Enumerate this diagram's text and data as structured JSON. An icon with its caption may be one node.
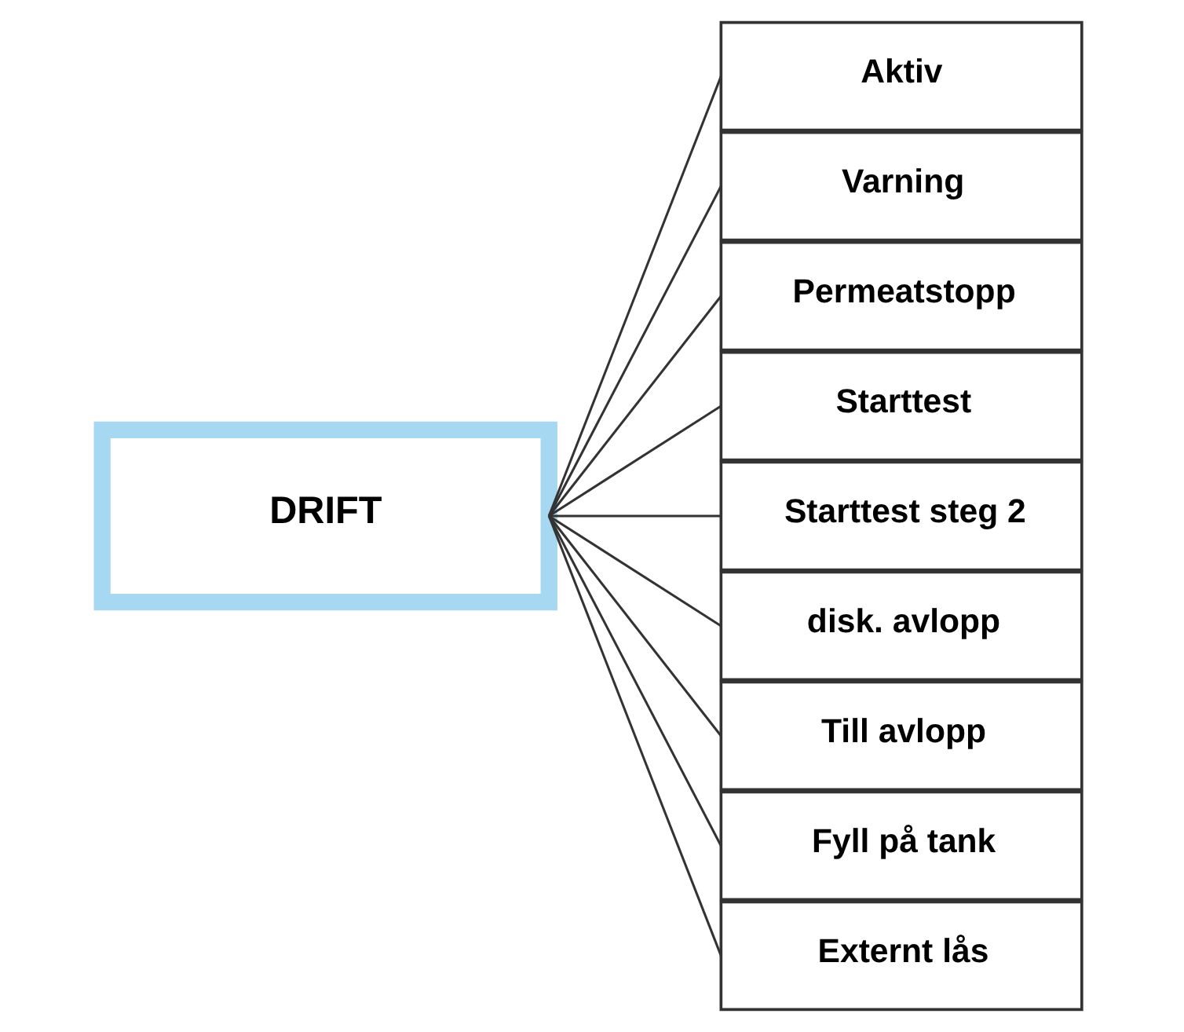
{
  "diagram": {
    "nodes": [
      {
        "text": [
          "DRIFT"
        ]
      },
      {
        "text": [
          "Aktiv"
        ]
      },
      {
        "text": [
          "Varning"
        ]
      },
      {
        "text": [
          "Permeatstopp"
        ]
      },
      {
        "text": [
          "Starttest"
        ]
      },
      {
        "text": [
          "Starttest steg 2"
        ]
      },
      {
        "text": [
          "disk. avlopp"
        ]
      },
      {
        "text": [
          "Till avlopp"
        ]
      },
      {
        "text": [
          "Fyll på tank"
        ]
      },
      {
        "text": [
          "Externt lås"
        ]
      }
    ],
    "edges": [
      {
        "from": 0,
        "to": 1,
        "arrow": "none"
      },
      {
        "from": 0,
        "to": 2,
        "arrow": "none"
      },
      {
        "from": 0,
        "to": 3,
        "arrow": "none"
      },
      {
        "from": 0,
        "to": 4,
        "arrow": "none"
      },
      {
        "from": 0,
        "to": 5,
        "arrow": "none"
      },
      {
        "from": 0,
        "to": 6,
        "arrow": "none"
      },
      {
        "from": 0,
        "to": 7,
        "arrow": "none"
      },
      {
        "from": 0,
        "to": 8,
        "arrow": "none"
      },
      {
        "from": 0,
        "to": 9,
        "arrow": "none"
      }
    ]
  }
}
